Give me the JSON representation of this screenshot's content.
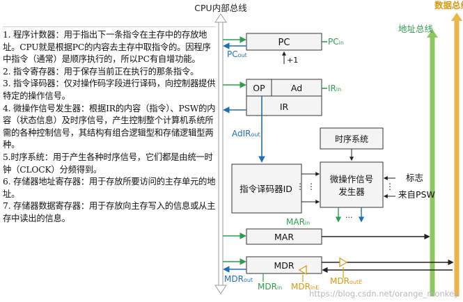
{
  "paragraphs": [
    "1. 程序计数器：用于指出下一条指令在主存中的存放地址。CPU就是根据PC的内容去主存中取指令的。因程序中指令（通常）是顺序执行的，所以PC有自增功能。",
    "2. 指令寄存器：用于保存当前正在执行的那条指令。",
    "3. 指令译码器：仅对操作码字段进行译码，向控制器提供特定的操作信号。",
    "4. 微操作信号发生器：根据IR的内容（指令）、PSW的内容（状态信息）及时序信号，产生控制整个计算机系统所需的各种控制信号，其结构有组合逻辑型和存储逻辑型两种。",
    "5.时序系统：用于产生各种时序信号，它们都是由统一时钟（CLOCK）分频得到。",
    "6. 存储器地址寄存器：用于存放所要访问的主存单元的地址。",
    "7. 存储器数据寄存器：用于存放向主存写入的信息或从主存中读出的信息。"
  ],
  "diagram": {
    "cpu_bus": "CPU内部总线",
    "data_bus": "数据总线",
    "addr_bus": "地址总线",
    "pc": "PC",
    "pc_plus": "+1",
    "op": "OP",
    "ad": "Ad",
    "ir": "IR",
    "timing": "时序系统",
    "decoder": "指令译码器ID",
    "micro_line1": "微操作信号",
    "micro_line2": "发生器",
    "flag_line1": "标志",
    "flag_line2": "来自PSW",
    "mar": "MAR",
    "mdr": "MDR",
    "dots": "...",
    "vdots": "⋮"
  },
  "signals": {
    "pc_in": {
      "main": "PC",
      "sub": "in"
    },
    "pc_out": {
      "main": "PC",
      "sub": "out"
    },
    "ir_in": {
      "main": "IR",
      "sub": "in"
    },
    "adir_out": {
      "main": "AdIR",
      "sub": "out"
    },
    "mar_in": {
      "main": "MAR",
      "sub": "in"
    },
    "mdr_out": {
      "main": "MDR",
      "sub": "out"
    },
    "mdr_in": {
      "main": "MDR",
      "sub": "in"
    },
    "mdr_in_e": {
      "main": "MDR",
      "sub": "inE"
    },
    "mdr_out_e": {
      "main": "MDR",
      "sub": "outE"
    }
  },
  "watermark": "https://blog.csdn.net/orange_monkey",
  "colors": {
    "green": "#2e9e4e",
    "blue": "#1f6fb5",
    "orange": "#d89a10",
    "data_bus": "#eab54a",
    "addr_bus": "#8cc760",
    "box_fill": "#f4f4f4"
  }
}
